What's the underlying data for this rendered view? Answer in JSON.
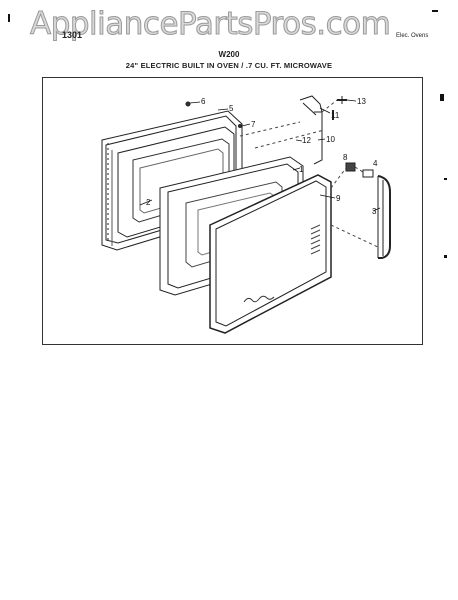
{
  "watermark": "AppliancePartsPros.com",
  "header": {
    "page_number": "1301",
    "section": "Elec. Ovens",
    "model": "W200",
    "subtitle": "24\" ELECTRIC BUILT IN OVEN / .7 CU. FT. MICROWAVE"
  },
  "callouts": {
    "c1": "1",
    "c2": "2",
    "c3": "3",
    "c4": "4",
    "c5": "5",
    "c6": "6",
    "c7": "7",
    "c8": "8",
    "c9": "9",
    "c10": "10",
    "c11": "11",
    "c12": "12",
    "c13": "13"
  }
}
